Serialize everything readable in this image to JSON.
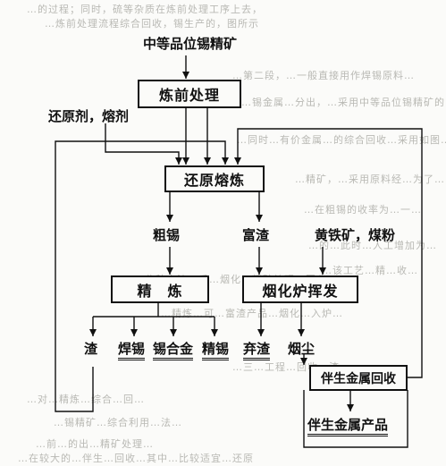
{
  "nodes": {
    "ore": "中等品位锡精矿",
    "pretreat": "炼前处理",
    "reducer": "还原剂，熔剂",
    "reduction": "还原熔炼",
    "crude_tin": "粗锡",
    "rich_slag": "富渣",
    "pyrite_coal": "黄铁矿，煤粉",
    "refining": "精　炼",
    "fuming": "烟化炉挥发",
    "slag": "渣",
    "solder": "焊锡",
    "tin_alloy": "锡合金",
    "refined_tin": "精锡",
    "waste_slag": "弃渣",
    "dust": "烟尘",
    "recovery": "伴生金属回收",
    "by_product": "伴生金属产品"
  },
  "background_text": [
    "…的过程；同时，硫等杂质在炼前处理工序上去，",
    "…炼前处理流程综合回收，锡生产的，图所示",
    "…第二段，…一般直接用作焊锡原料…",
    "…锡金属…分出，…采用中等品位锡精矿的…",
    "…同时…有价金属…的综合回收…采用如图…",
    "…精矿，…采用原料经…为了…",
    "…在粗锡的收率为…一…",
    "…的…此时…人工增加为…",
    "…该工艺…精…收…",
    "…此种方法…后…烟化…精矿处理…回收…",
    "…精炼…可…富渣产品…烟化…入炉…",
    "…三…工程…回收…渣…",
    "…对…精炼…综合…回…",
    "…锡精矿…综合利用…法…",
    "…前…的出…精矿处理…",
    "…在较大的…伴生…回收…其中…比较适宜…还原"
  ]
}
